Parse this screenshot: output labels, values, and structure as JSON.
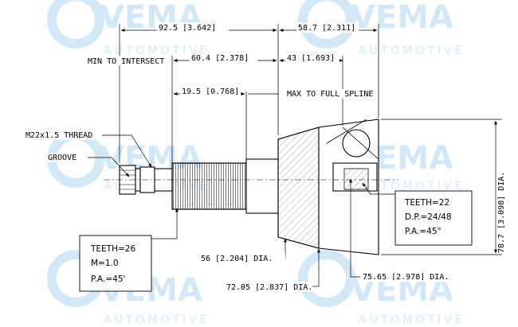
{
  "watermark": {
    "brand": "VEMA",
    "tagline": "AUTOMOTIVE",
    "color": "#cfe6f6"
  },
  "dimensions": {
    "overall_outer": "92.5 [3.642]",
    "overall_right": "58.7 [2.311]",
    "min_to_intersect_label": "MIN TO INTERSECT",
    "min_to_intersect": "60.4 [2.378]",
    "max_to_full_spline_value": "43 [1.693]",
    "spline_length": "19.5 [0.768]",
    "max_to_full_spline_label": "MAX TO FULL SPLINE",
    "thread": "M22x1.5 THREAD",
    "groove": "GROOVE",
    "outer_dia": "78.7 [3.098] DIA.",
    "shoulder_dia": "56 [2.204] DIA.",
    "seal_dia": "72.05 [2.837] DIA.",
    "inner_dia": "75.65 [2.978] DIA."
  },
  "spec_inner": {
    "teeth": "TEETH=22",
    "dp": "D.P.=24/48",
    "pa": "P.A.=45°"
  },
  "spec_outer": {
    "teeth": "TEETH=26",
    "m": "M=1.0",
    "pa": "P.A.=45'"
  }
}
